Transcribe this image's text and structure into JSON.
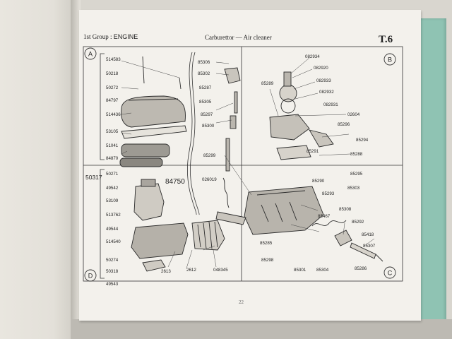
{
  "header": {
    "group": "1st Group :",
    "section": "ENGINE",
    "subtitle": "Carburettor — Air cleaner",
    "plate": "T.6"
  },
  "quadrants": {
    "a": "A",
    "b": "B",
    "c": "C",
    "d": "D"
  },
  "group_ref": "50317",
  "center_ref": "84750",
  "page_number": "22",
  "labels": {
    "a_left": [
      "514583",
      "50218",
      "50272",
      "84797",
      "514436",
      "53105",
      "51041",
      "84870"
    ],
    "a_mid": [
      "85306",
      "85302",
      "85287",
      "85305",
      "85297",
      "85300"
    ],
    "b_top": [
      "082934",
      "082920",
      "082933",
      "082932",
      "082931",
      "02604"
    ],
    "b_other": [
      "85289",
      "85296",
      "85294",
      "85288",
      "85291",
      "85295",
      "85290",
      "85293",
      "85303"
    ],
    "d_left": [
      "50271",
      "49542",
      "53109",
      "513762",
      "49544",
      "514540",
      "50274",
      "50318",
      "49543"
    ],
    "d_bottom": [
      "2613",
      "2612",
      "048345"
    ],
    "center": [
      "85299",
      "026019"
    ],
    "c_labels": [
      "85308",
      "85467",
      "85292",
      "85418",
      "85307",
      "85286",
      "85285",
      "85298",
      "85301",
      "85304"
    ]
  }
}
